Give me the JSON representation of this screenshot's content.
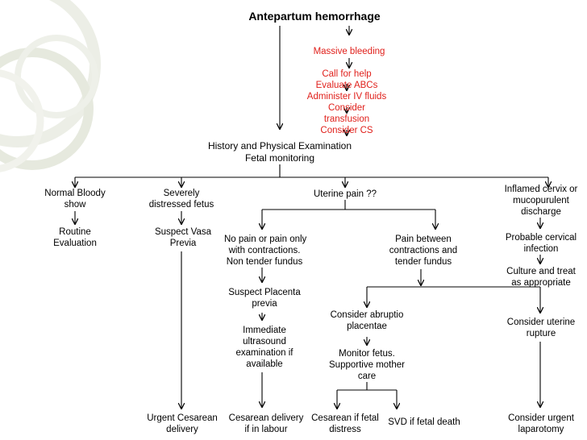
{
  "title": "Antepartum hemorrhage",
  "nodes": {
    "massive": "Massive bleeding",
    "call": [
      "Call for help",
      "Evaluate ABCs",
      "Administer IV fluids",
      "Consider",
      "transfusion",
      "Consider CS"
    ],
    "history": [
      "History and Physical Examination",
      "Fetal monitoring"
    ],
    "normal_show": [
      "Normal Bloody",
      "show"
    ],
    "routine": [
      "Routine",
      "Evaluation"
    ],
    "severely": [
      "Severely",
      "distressed fetus"
    ],
    "vasa": [
      "Suspect Vasa",
      "Previa"
    ],
    "uterine_pain": "Uterine pain ??",
    "no_pain": [
      "No pain or pain only",
      "with contractions.",
      "Non tender fundus"
    ],
    "pain_between": [
      "Pain between",
      "contractions and",
      "tender fundus"
    ],
    "previa": [
      "Suspect Placenta",
      "previa"
    ],
    "ultrasound": [
      "Immediate",
      "ultrasound",
      "examination if",
      "available"
    ],
    "abruptio": [
      "Consider abruptio",
      "placentae"
    ],
    "monitor": [
      "Monitor fetus.",
      "Supportive mother",
      "care"
    ],
    "inflamed": [
      "Inflamed cervix or",
      "mucopurulent",
      "discharge"
    ],
    "cervical": [
      "Probable cervical",
      "infection"
    ],
    "culture": [
      "Culture and treat",
      "as appropriate"
    ],
    "rupture": [
      "Consider uterine",
      "rupture"
    ],
    "urgent_cs": [
      "Urgent Cesarean",
      "delivery"
    ],
    "cs_labour": [
      "Cesarean delivery",
      "if in labour"
    ],
    "cs_distress": [
      "Cesarean if fetal",
      "distress"
    ],
    "svd": "SVD if fetal death",
    "laparotomy": [
      "Consider urgent",
      "laparotomy"
    ]
  },
  "colors": {
    "emergency_text": "#e0201b",
    "arrow": "#000000",
    "decor": "#e3e6d9"
  }
}
